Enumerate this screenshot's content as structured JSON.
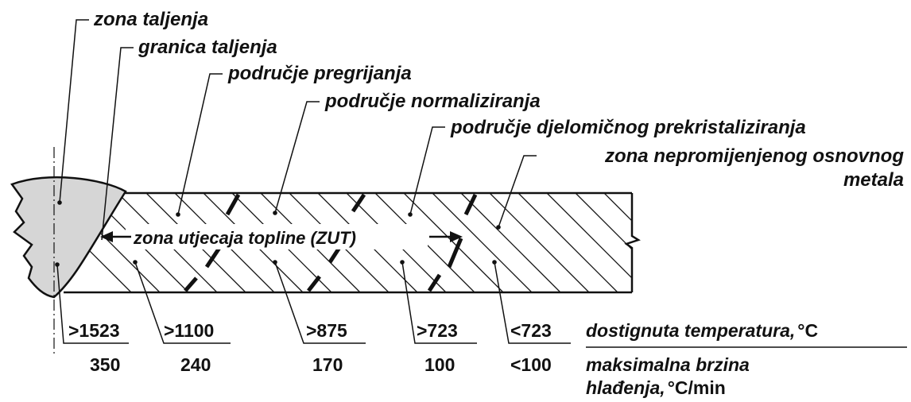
{
  "zone_labels": {
    "fusion_zone": "zona taljenja",
    "fusion_boundary": "granica taljenja",
    "overheating": "područje pregrijanja",
    "normalizing": "područje normaliziranja",
    "partial_recrystallization": "područje djelomičnog prekristaliziranja",
    "base_metal_line1": "zona nepromijenjenog osnovnog",
    "base_metal_line2": "metala"
  },
  "haz_label": "zona utjecaja topline (ZUT)",
  "temperatures": [
    ">1523",
    ">1100",
    ">875",
    ">723",
    "<723"
  ],
  "cooling_rates": [
    "350",
    "240",
    "170",
    "100",
    "<100"
  ],
  "legend": {
    "temperature": "dostignuta temperatura,",
    "temperature_unit": "°C",
    "cooling_line1": "maksimalna brzina",
    "cooling_line2": "hlađenja,",
    "cooling_unit": "°C/min"
  }
}
